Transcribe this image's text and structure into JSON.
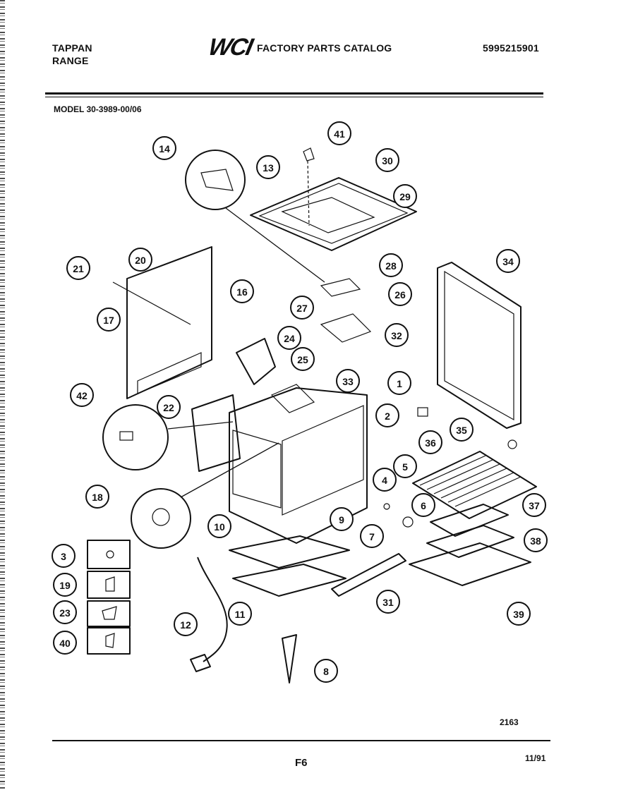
{
  "header": {
    "brand": "TAPPAN",
    "product": "RANGE",
    "logo": "WCI",
    "catalog_title": "FACTORY PARTS CATALOG",
    "catalog_number": "5995215901"
  },
  "model": "MODEL 30-3989-00/06",
  "diagram": {
    "callouts": [
      {
        "id": "c1",
        "n": "1"
      },
      {
        "id": "c2",
        "n": "2"
      },
      {
        "id": "c3",
        "n": "3"
      },
      {
        "id": "c4",
        "n": "4"
      },
      {
        "id": "c5",
        "n": "5"
      },
      {
        "id": "c6",
        "n": "6"
      },
      {
        "id": "c7",
        "n": "7"
      },
      {
        "id": "c8",
        "n": "8"
      },
      {
        "id": "c9",
        "n": "9"
      },
      {
        "id": "c10",
        "n": "10"
      },
      {
        "id": "c11",
        "n": "11"
      },
      {
        "id": "c12",
        "n": "12"
      },
      {
        "id": "c13",
        "n": "13"
      },
      {
        "id": "c14",
        "n": "14"
      },
      {
        "id": "c16",
        "n": "16"
      },
      {
        "id": "c17",
        "n": "17"
      },
      {
        "id": "c18",
        "n": "18"
      },
      {
        "id": "c19",
        "n": "19"
      },
      {
        "id": "c20",
        "n": "20"
      },
      {
        "id": "c21",
        "n": "21"
      },
      {
        "id": "c22",
        "n": "22"
      },
      {
        "id": "c23",
        "n": "23"
      },
      {
        "id": "c24",
        "n": "24"
      },
      {
        "id": "c25",
        "n": "25"
      },
      {
        "id": "c26",
        "n": "26"
      },
      {
        "id": "c27",
        "n": "27"
      },
      {
        "id": "c28",
        "n": "28"
      },
      {
        "id": "c29",
        "n": "29"
      },
      {
        "id": "c30",
        "n": "30"
      },
      {
        "id": "c31",
        "n": "31"
      },
      {
        "id": "c32",
        "n": "32"
      },
      {
        "id": "c33",
        "n": "33"
      },
      {
        "id": "c34",
        "n": "34"
      },
      {
        "id": "c35",
        "n": "35"
      },
      {
        "id": "c36",
        "n": "36"
      },
      {
        "id": "c37",
        "n": "37"
      },
      {
        "id": "c38",
        "n": "38"
      },
      {
        "id": "c39",
        "n": "39"
      },
      {
        "id": "c40",
        "n": "40"
      },
      {
        "id": "c41",
        "n": "41"
      },
      {
        "id": "c42",
        "n": "42"
      }
    ],
    "drawing_number": "2163"
  },
  "footer": {
    "page": "F6",
    "date": "11/91"
  }
}
